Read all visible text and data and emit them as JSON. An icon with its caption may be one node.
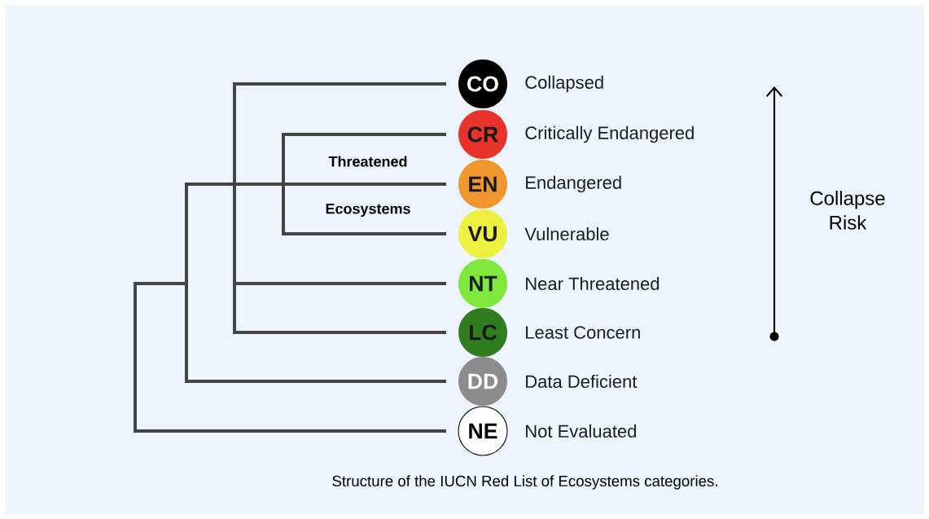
{
  "diagram": {
    "caption": "Structure of the IUCN Red List of Ecosystems categories.",
    "nodes": [
      {
        "text": [
          "CO"
        ],
        "beside": [
          "Collapsed"
        ]
      },
      {
        "text": [
          "CR"
        ],
        "beside": [
          "Critically Endangered"
        ]
      },
      {
        "text": [
          "EN"
        ],
        "beside": [
          "Endangered"
        ]
      },
      {
        "text": [
          "VU"
        ],
        "beside": [
          "Vulnerable"
        ]
      },
      {
        "text": [
          "NT"
        ],
        "beside": [
          "Near Threatened"
        ]
      },
      {
        "text": [
          "LC"
        ],
        "beside": [
          "Least Concern"
        ]
      },
      {
        "text": [
          "DD"
        ],
        "beside": [
          "Data Deficient"
        ]
      },
      {
        "text": [
          "NE"
        ],
        "beside": [
          "Not Evaluated"
        ]
      }
    ],
    "labels": [
      "Threatened",
      "Ecosystems",
      "Collapse Risk"
    ]
  }
}
